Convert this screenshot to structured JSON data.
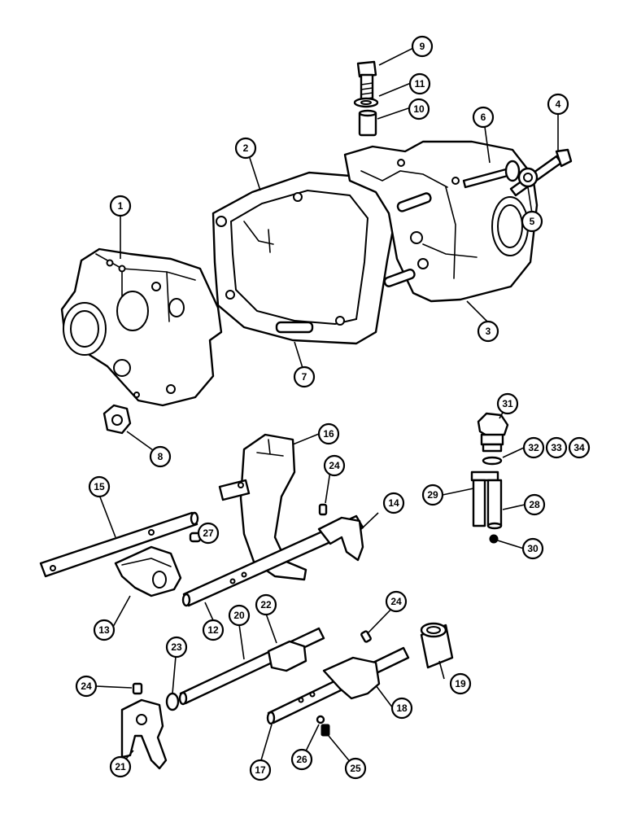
{
  "diagram": {
    "callouts": [
      {
        "id": "c1",
        "label": "1"
      },
      {
        "id": "c2",
        "label": "2"
      },
      {
        "id": "c3",
        "label": "3"
      },
      {
        "id": "c4",
        "label": "4"
      },
      {
        "id": "c5",
        "label": "5"
      },
      {
        "id": "c6",
        "label": "6"
      },
      {
        "id": "c7",
        "label": "7"
      },
      {
        "id": "c8",
        "label": "8"
      },
      {
        "id": "c9",
        "label": "9"
      },
      {
        "id": "c10",
        "label": "10"
      },
      {
        "id": "c11",
        "label": "11"
      },
      {
        "id": "c12",
        "label": "12"
      },
      {
        "id": "c13",
        "label": "13"
      },
      {
        "id": "c14",
        "label": "14"
      },
      {
        "id": "c15",
        "label": "15"
      },
      {
        "id": "c16",
        "label": "16"
      },
      {
        "id": "c17",
        "label": "17"
      },
      {
        "id": "c18",
        "label": "18"
      },
      {
        "id": "c19",
        "label": "19"
      },
      {
        "id": "c20",
        "label": "20"
      },
      {
        "id": "c21",
        "label": "21"
      },
      {
        "id": "c22",
        "label": "22"
      },
      {
        "id": "c23",
        "label": "23"
      },
      {
        "id": "c24a",
        "label": "24"
      },
      {
        "id": "c24b",
        "label": "24"
      },
      {
        "id": "c24c",
        "label": "24"
      },
      {
        "id": "c25",
        "label": "25"
      },
      {
        "id": "c26",
        "label": "26"
      },
      {
        "id": "c27",
        "label": "27"
      },
      {
        "id": "c28",
        "label": "28"
      },
      {
        "id": "c29",
        "label": "29"
      },
      {
        "id": "c30",
        "label": "30"
      },
      {
        "id": "c31",
        "label": "31"
      },
      {
        "id": "c32",
        "label": "32"
      },
      {
        "id": "c33",
        "label": "33"
      },
      {
        "id": "c34",
        "label": "34"
      }
    ]
  }
}
